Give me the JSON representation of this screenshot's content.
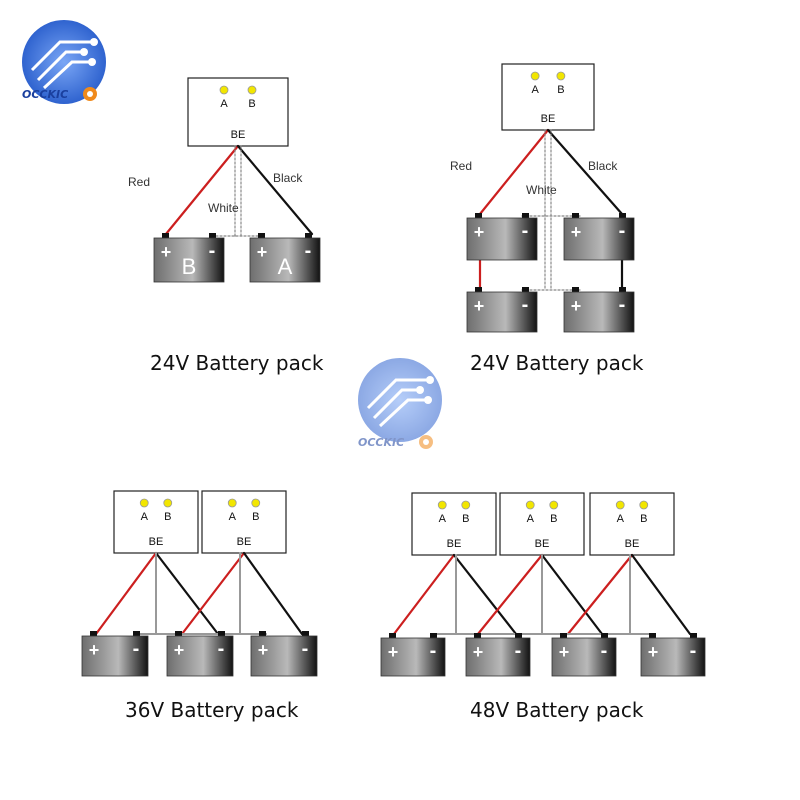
{
  "logo": {
    "text": "OCCKIC"
  },
  "wire_labels": {
    "red": "Red",
    "black": "Black",
    "white": "White"
  },
  "be": {
    "title": "BE",
    "led_a": "A",
    "led_b": "B"
  },
  "battery": {
    "plus": "+",
    "minus": "-",
    "letter_b": "B",
    "letter_a": "A"
  },
  "captions": {
    "top_left": "24V Battery pack",
    "top_right": "24V Battery pack",
    "bottom_left": "36V Battery pack",
    "bottom_right": "48V Battery pack"
  },
  "colors": {
    "red_wire": "#cc1f1f",
    "black_wire": "#111111",
    "led": "#f2e600",
    "logo_blue": "#3a6fd8",
    "logo_orange": "#f08a1c"
  }
}
